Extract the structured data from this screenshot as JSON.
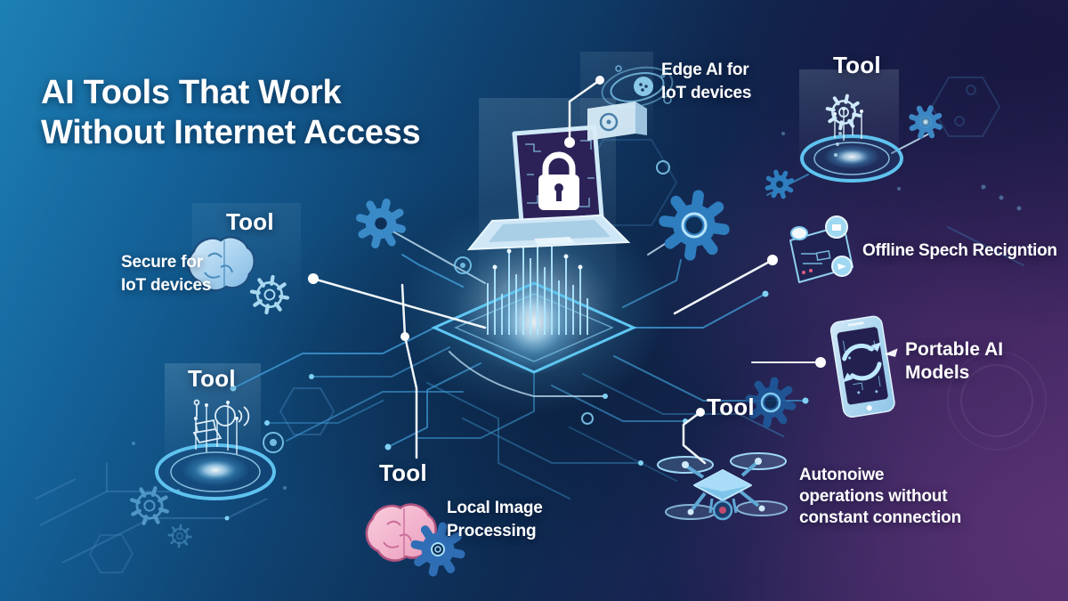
{
  "title": {
    "line1": "AI Tools That Work",
    "line2": "Without Internet Access"
  },
  "nodes": {
    "edge_ai": {
      "label_line1": "Edge AI for",
      "label_line2": "IoT devices",
      "icon": "edge-camera-device-icon"
    },
    "tool_top_right": {
      "heading": "Tool",
      "icon": "hologram-gear-platform-icon"
    },
    "secure_iot": {
      "heading": "Tool",
      "label_line1": "Secure for",
      "label_line2": "IoT devices",
      "icon": "brain-gear-icon"
    },
    "offline_speech": {
      "label": "Offline Spech Recigntion",
      "icon": "speech-recognition-board-icon"
    },
    "portable_ai": {
      "label_line1": "Portable AI",
      "label_line2": "Models",
      "icon": "smartphone-sync-icon"
    },
    "tool_left_lower": {
      "heading": "Tool",
      "icon": "voice-assistant-platform-icon"
    },
    "local_image": {
      "heading": "Tool",
      "label_line1": "Local Image",
      "label_line2": "Processing",
      "icon": "pink-brain-gear-icon"
    },
    "autonomous": {
      "heading": "Tool",
      "label_line1": "Autonoiwe",
      "label_line2": "operations without",
      "label_line3": "constant connection",
      "icon": "drone-icon"
    },
    "center": {
      "icon": "laptop-padlock-chip-icon"
    }
  },
  "colors": {
    "bg_top_left_blue": "#1d80b4",
    "bg_center_navy": "#0e2b52",
    "bg_top_right_navy": "#1c1c44",
    "bg_bottom_right_purple": "#4f2c6b",
    "circuit_light": "#7fd4f5",
    "circuit_mid": "#3f9ad4",
    "glow_core": "#bfeaff",
    "text": "#ffffff",
    "brain_blue": "#9fcdec",
    "brain_pink": "#f2b4cd",
    "connector_white": "#f2f7fb"
  }
}
